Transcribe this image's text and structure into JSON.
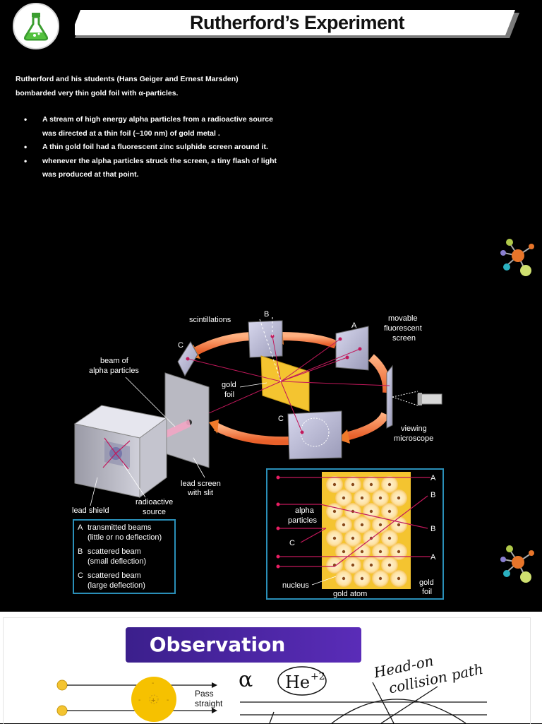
{
  "title": "Rutherford’s Experiment",
  "intro": "Rutherford and his students (Hans Geiger and Ernest Marsden) bombarded very thin gold foil with α-particles.",
  "bullets": [
    "A stream of high energy alpha particles from a radioactive source was directed at a thin foil (~100 nm) of gold metal .",
    "A thin gold foil had a fluorescent zinc sulphide screen around it.",
    "whenever the alpha particles struck the screen, a tiny flash of light was produced at that point."
  ],
  "diagram": {
    "scintillations": "scintillations",
    "movable_line1": "movable",
    "movable_line2": "fluorescent",
    "movable_line3": "screen",
    "beam_line1": "beam of",
    "beam_line2": "alpha particles",
    "gold_foil_line1": "gold",
    "gold_foil_line2": "foil",
    "viewing_line1": "viewing",
    "viewing_line2": "microscope",
    "lead_screen_line1": "lead screen",
    "lead_screen_line2": "with slit",
    "radioactive_line1": "radioactive",
    "radioactive_line2": "source",
    "lead_shield": "lead shield",
    "screen_A": "A",
    "screen_B": "B",
    "screen_C_left": "C",
    "screen_C_bottom": "C",
    "legend": [
      {
        "letter": "A",
        "line1": "transmitted beams",
        "line2": "(little or no deflection)"
      },
      {
        "letter": "B",
        "line1": "scattered beam",
        "line2": "(small deflection)"
      },
      {
        "letter": "C",
        "line1": "scattered beam",
        "line2": "(large deflection)"
      }
    ],
    "inset": {
      "alpha_line1": "alpha",
      "alpha_line2": "particles",
      "nucleus": "nucleus",
      "gold_atom": "gold atom",
      "gold_foil_line1": "gold",
      "gold_foil_line2": "foil",
      "out_A1": "A",
      "out_B1": "B",
      "out_B2": "B",
      "out_A2": "A",
      "out_C": "C"
    },
    "colors": {
      "arrow": "#f07a2a",
      "beam": "#c2185b",
      "foil": "#f4c430",
      "inset_border": "#2a8fb8"
    }
  },
  "observation": {
    "heading": "Observation",
    "pass_line1": "Pass",
    "pass_line2": "straight",
    "alpha_symbol": "α",
    "he_label": "He",
    "he_charge": "+2",
    "note_line1": "Head-on",
    "note_line2": "collision path",
    "plus_charge": "+",
    "minus_charge": "-"
  }
}
